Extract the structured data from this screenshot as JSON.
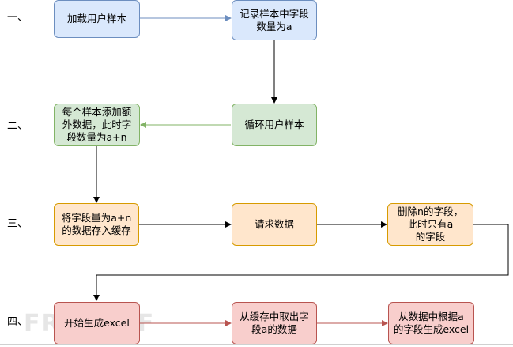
{
  "steps": [
    "一、",
    "二、",
    "三、",
    "四、"
  ],
  "nodes": {
    "load": "加载用户样本",
    "record": "记录样本中字段\n数量为a",
    "loop": "循环用户样本",
    "add": "每个样本添加额\n外数据，此时字\n段数量为a+n",
    "cache": "将字段量为a+n\n的数据存入缓存",
    "request": "请求数据",
    "delete": "删除n的字段，\n此时只有a\n的字段",
    "excel": "开始生成excel",
    "fetch": "从缓存中取出字\n段a的数据",
    "gen": "从数据中根据a\n的字段生成excel"
  },
  "watermark": "FREEBUF",
  "colors": {
    "blue_fill": "#dae8fc",
    "blue_stroke": "#6c8ebf",
    "green_fill": "#d5e8d4",
    "green_stroke": "#82b366",
    "orange_fill": "#ffe6cc",
    "orange_stroke": "#d79b00",
    "red_fill": "#f8cecc",
    "red_stroke": "#b85450"
  }
}
